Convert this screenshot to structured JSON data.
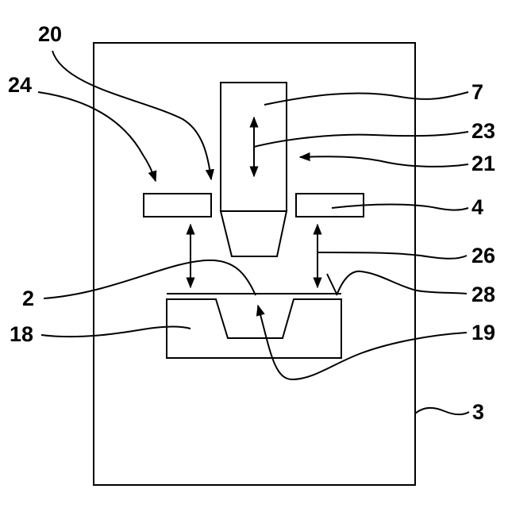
{
  "labels": {
    "l20": "20",
    "l24": "24",
    "l7": "7",
    "l23": "23",
    "l21": "21",
    "l4": "4",
    "l26": "26",
    "l2": "2",
    "l28": "28",
    "l18": "18",
    "l19": "19",
    "l3": "3"
  }
}
